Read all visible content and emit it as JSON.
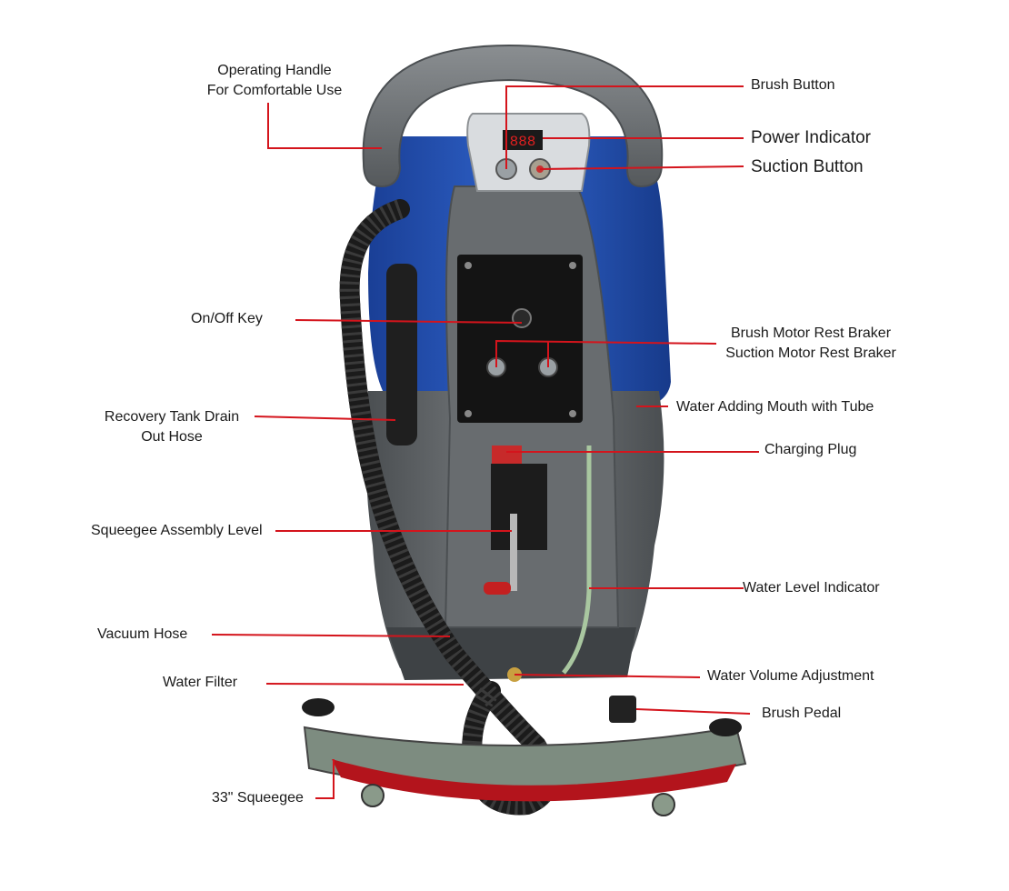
{
  "labels": {
    "operating_handle": [
      "Operating Handle",
      "For Comfortable Use"
    ],
    "brush_button": "Brush Button",
    "power_indicator": "Power Indicator",
    "suction_button": "Suction Button",
    "on_off_key": "On/Off Key",
    "brakers": [
      "Brush Motor Rest Braker",
      "Suction Motor Rest Braker"
    ],
    "recovery_tank": [
      "Recovery Tank Drain",
      "Out Hose"
    ],
    "water_adding": "Water Adding Mouth with Tube",
    "charging_plug": "Charging Plug",
    "squeegee_level": "Squeegee Assembly Level",
    "water_level": "Water Level Indicator",
    "vacuum_hose": "Vacuum Hose",
    "water_filter": "Water Filter",
    "water_volume": "Water Volume Adjustment",
    "brush_pedal": "Brush Pedal",
    "squeegee": "33\" Squeegee"
  },
  "display_readout": "888",
  "colors": {
    "leader_line": "#d4141c",
    "body_gray": "#6b6f72",
    "dark_gray": "#3e4245",
    "tank_blue": "#1f4fb3",
    "squeegee_red": "#b3141c",
    "panel_black": "#141414"
  }
}
